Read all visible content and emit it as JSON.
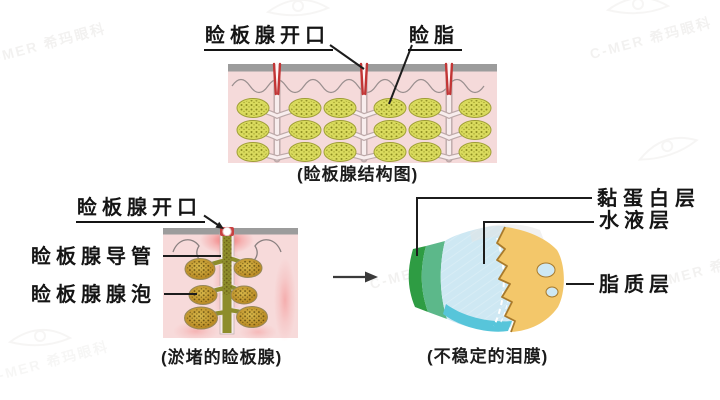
{
  "figures": {
    "top": {
      "caption": "(睑板腺结构图)",
      "labels": {
        "opening": "睑板腺开口",
        "meibum": "睑脂"
      }
    },
    "clogged": {
      "caption": "(淤堵的睑板腺)",
      "labels": {
        "opening": "睑板腺开口",
        "duct": "睑板腺导管",
        "acinus": "睑板腺腺泡"
      }
    },
    "tearfilm": {
      "caption": "(不稳定的泪膜)",
      "labels": {
        "mucin": "黏蛋白层",
        "aqueous": "水液层",
        "lipid": "脂质层"
      }
    }
  },
  "watermark": {
    "brand": "C-MER 希玛眼科"
  },
  "colors": {
    "label_text": "#151515",
    "pink_bg": "#f5dada",
    "eyelid_bar": "#9c9c9c",
    "duct_red": "#c23535",
    "gland_yellow": "#dadb5e",
    "clog_olive": "#8d8d2b",
    "clog_gland": "#b5831f",
    "inflammation": "#f05050",
    "mucin_green": "#2e9c43",
    "mucin_teal": "#5cb88a",
    "aqueous_blue": "#cee8f3",
    "aqueous_cyan": "#57c5da",
    "lipid_orange": "#f3c76a",
    "lipid_outline": "#a87a2c"
  }
}
